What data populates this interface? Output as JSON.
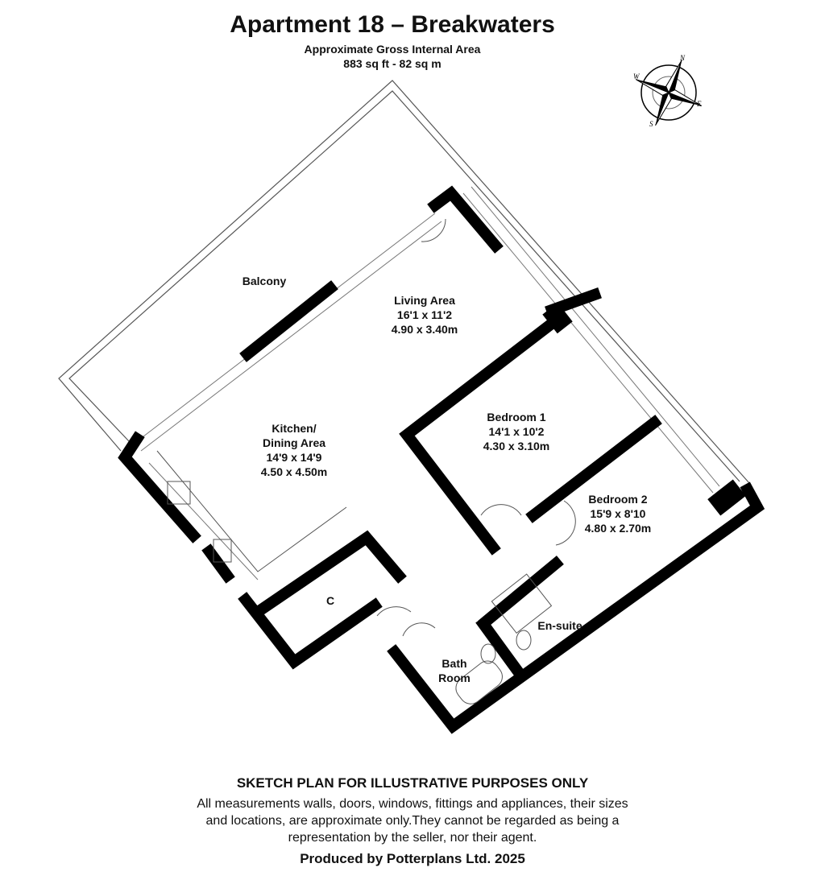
{
  "header": {
    "title": "Apartment 18 – Breakwaters",
    "subtitle": "Approximate Gross Internal Area",
    "area": "883 sq ft - 82 sq m"
  },
  "compass": {
    "n": "N",
    "e": "E",
    "s": "S",
    "w": "W"
  },
  "rooms": {
    "balcony": {
      "name": "Balcony"
    },
    "living": {
      "name": "Living Area",
      "imperial": "16'1 x 11'2",
      "metric": "4.90 x 3.40m"
    },
    "kitchen": {
      "name": "Kitchen/",
      "name2": "Dining Area",
      "imperial": "14'9 x 14'9",
      "metric": "4.50 x 4.50m"
    },
    "bedroom1": {
      "name": "Bedroom 1",
      "imperial": "14'1 x 10'2",
      "metric": "4.30 x 3.10m"
    },
    "bedroom2": {
      "name": "Bedroom 2",
      "imperial": "15'9 x 8'10",
      "metric": "4.80 x 2.70m"
    },
    "cupboard": {
      "name": "C"
    },
    "bathroom": {
      "name": "Bath",
      "name2": "Room"
    },
    "ensuite": {
      "name": "En-suite"
    }
  },
  "footer": {
    "heading": "SKETCH PLAN FOR ILLUSTRATIVE PURPOSES ONLY",
    "line1": "All measurements walls, doors, windows, fittings and appliances, their sizes",
    "line2": "and locations, are approximate only.They cannot be regarded as being a",
    "line3": "representation by the seller, nor their agent.",
    "produced": "Produced by Potterplans Ltd. 2025"
  }
}
